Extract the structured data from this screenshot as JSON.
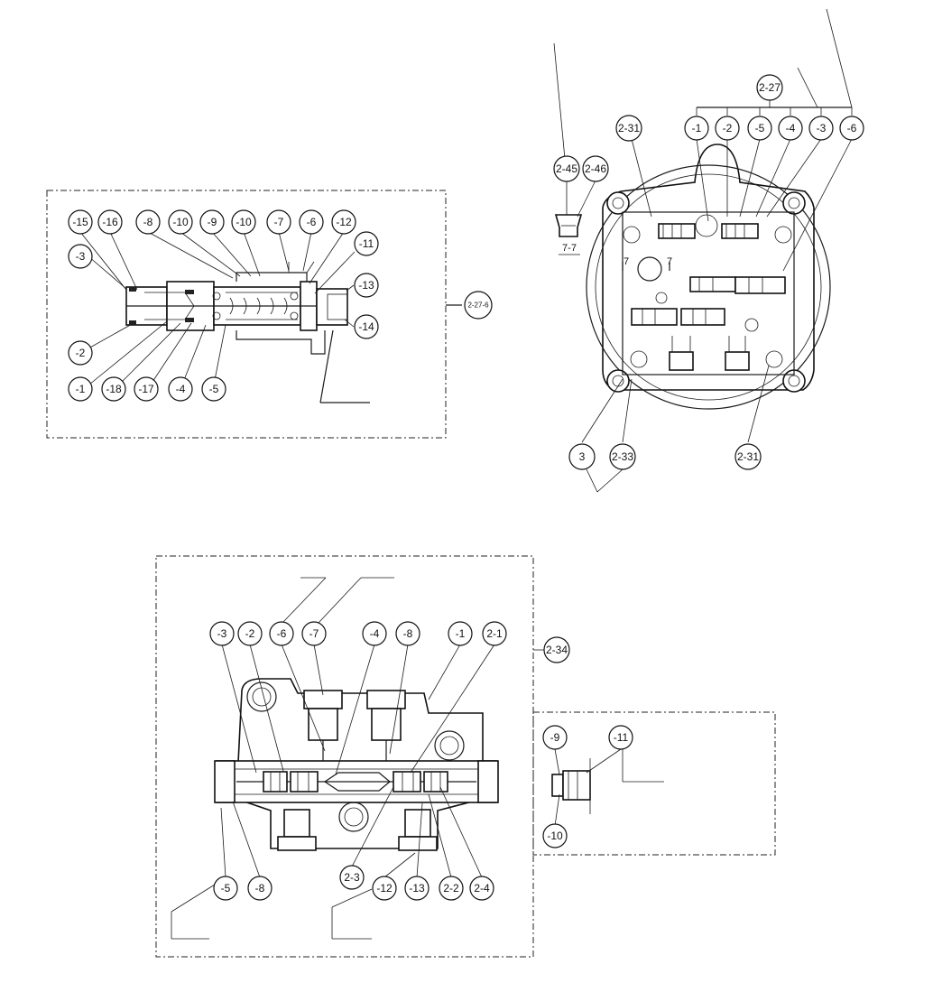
{
  "callouts": {
    "detail_2_27_6": [
      "-15",
      "-16",
      "-8",
      "-10",
      "-9",
      "-10",
      "-7",
      "-6",
      "-12",
      "-11",
      "-3",
      "-13",
      "-14",
      "-2",
      "-1",
      "-18",
      "-17",
      "-4",
      "-5"
    ],
    "detail_2_27_6_ref": "2-27-6",
    "main_view": [
      "2-27",
      "2-31",
      "-1",
      "-2",
      "-5",
      "-4",
      "-3",
      "-6",
      "2-45",
      "2-46",
      "3",
      "2-33",
      "2-31"
    ],
    "section_label": "7-7",
    "section_marks": [
      "7",
      "7"
    ],
    "detail_2_34": [
      "-3",
      "-2",
      "-6",
      "-7",
      "-4",
      "-8",
      "-1",
      "2-1",
      "-5",
      "-8",
      "2-3",
      "-12",
      "-13",
      "2-2",
      "2-4"
    ],
    "detail_2_34_ref": "2-34",
    "detail_2_34_side": [
      "-9",
      "-11",
      "-10"
    ]
  }
}
